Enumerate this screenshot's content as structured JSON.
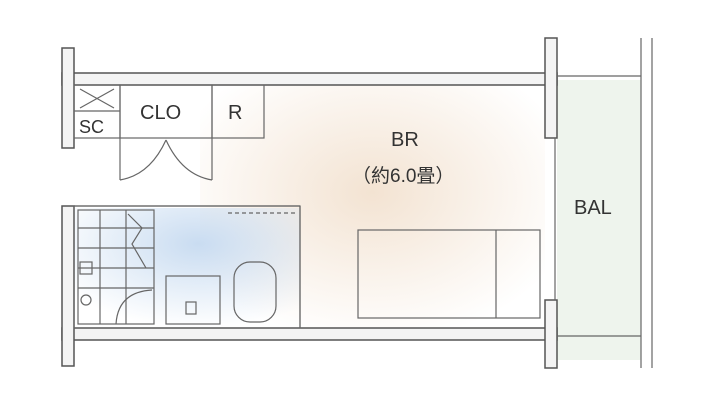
{
  "floor_plan": {
    "rooms": {
      "sc": "SC",
      "clo": "CLO",
      "r": "R",
      "br": "BR",
      "br_area": "（約6.0畳）",
      "bal": "BAL"
    },
    "colors": {
      "wall_outline": "#555555",
      "wall_fill": "#f4f4f4",
      "bedroom_tint": "#f3e6d8",
      "bath_tint": "#cfe0f2",
      "balcony_tint": "#e3eee3",
      "line": "#666666"
    }
  }
}
